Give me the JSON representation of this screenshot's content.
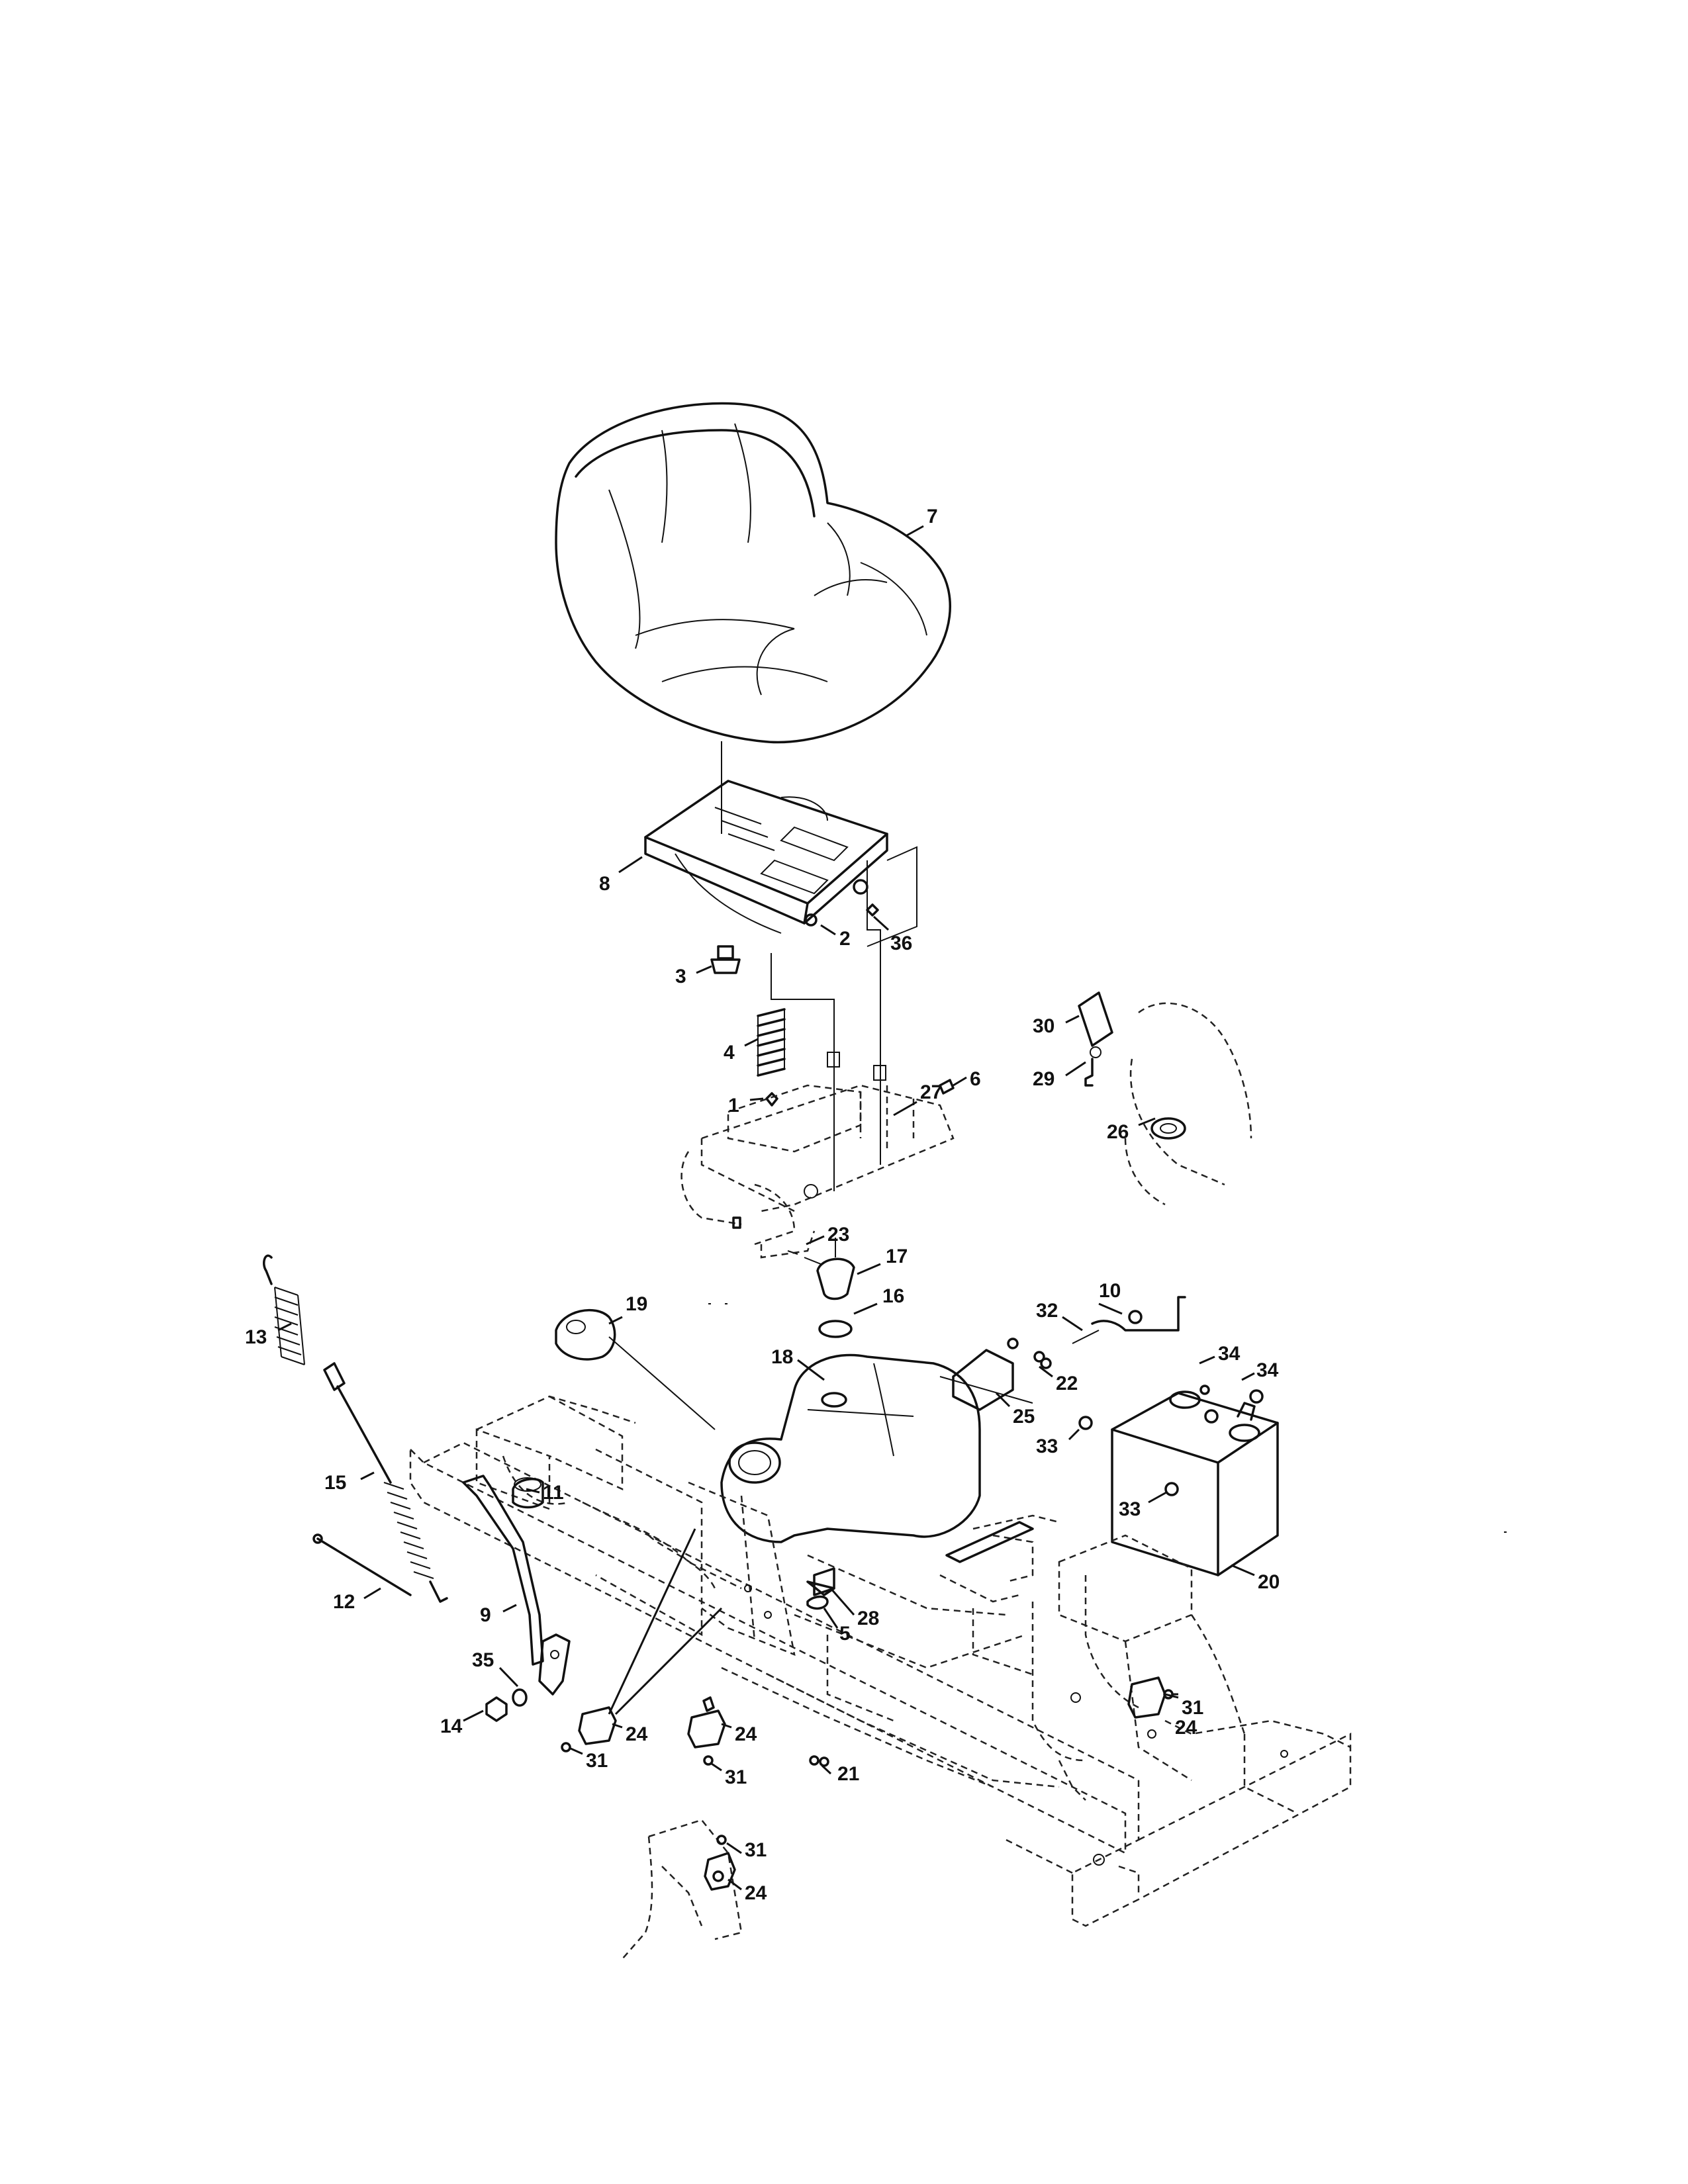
{
  "diagram": {
    "callouts": [
      {
        "id": "c7",
        "text": "7"
      },
      {
        "id": "c8",
        "text": "8"
      },
      {
        "id": "c2",
        "text": "2"
      },
      {
        "id": "c36",
        "text": "36"
      },
      {
        "id": "c3",
        "text": "3"
      },
      {
        "id": "c4",
        "text": "4"
      },
      {
        "id": "c1",
        "text": "1"
      },
      {
        "id": "c27",
        "text": "27"
      },
      {
        "id": "c6",
        "text": "6"
      },
      {
        "id": "c30",
        "text": "30"
      },
      {
        "id": "c29",
        "text": "29"
      },
      {
        "id": "c26",
        "text": "26"
      },
      {
        "id": "c23",
        "text": "23"
      },
      {
        "id": "c17",
        "text": "17"
      },
      {
        "id": "c16",
        "text": "16"
      },
      {
        "id": "c19",
        "text": "19"
      },
      {
        "id": "c13",
        "text": "13"
      },
      {
        "id": "c18",
        "text": "18"
      },
      {
        "id": "c10",
        "text": "10"
      },
      {
        "id": "c32",
        "text": "32"
      },
      {
        "id": "c22",
        "text": "22"
      },
      {
        "id": "c25",
        "text": "25"
      },
      {
        "id": "c34a",
        "text": "34"
      },
      {
        "id": "c34b",
        "text": "34"
      },
      {
        "id": "c33a",
        "text": "33"
      },
      {
        "id": "c33b",
        "text": "33"
      },
      {
        "id": "c11",
        "text": "11"
      },
      {
        "id": "c15",
        "text": "15"
      },
      {
        "id": "c20",
        "text": "20"
      },
      {
        "id": "c12",
        "text": "12"
      },
      {
        "id": "c9",
        "text": "9"
      },
      {
        "id": "c28",
        "text": "28"
      },
      {
        "id": "c5",
        "text": "5"
      },
      {
        "id": "c35",
        "text": "35"
      },
      {
        "id": "c14",
        "text": "14"
      },
      {
        "id": "c24a",
        "text": "24"
      },
      {
        "id": "c24b",
        "text": "24"
      },
      {
        "id": "c24c",
        "text": "24"
      },
      {
        "id": "c24d",
        "text": "24"
      },
      {
        "id": "c31a",
        "text": "31"
      },
      {
        "id": "c31b",
        "text": "31"
      },
      {
        "id": "c31c",
        "text": "31"
      },
      {
        "id": "c31d",
        "text": "31"
      },
      {
        "id": "c21",
        "text": "21"
      }
    ]
  }
}
